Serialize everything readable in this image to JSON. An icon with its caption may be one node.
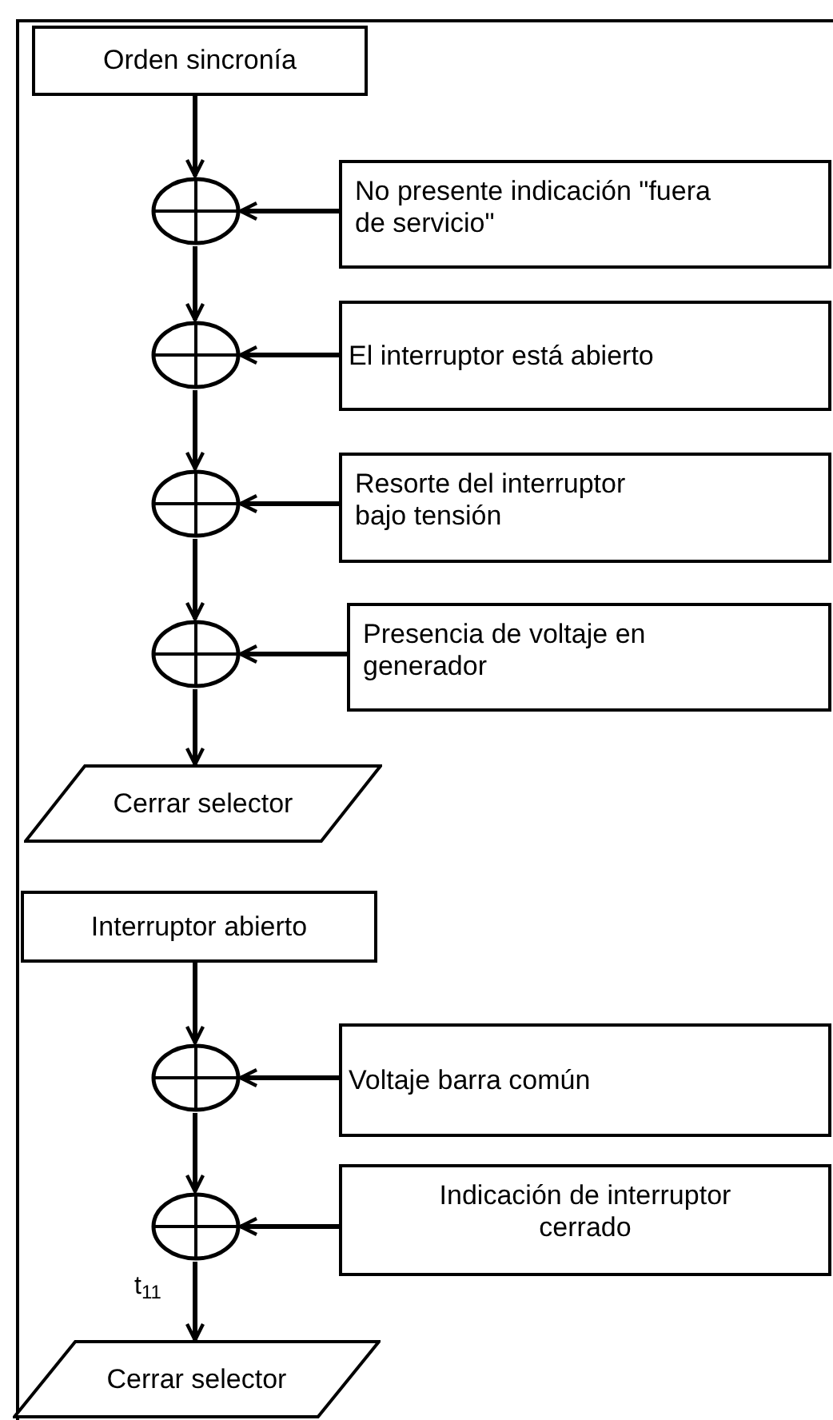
{
  "diagram": {
    "nodes": [
      {
        "text": [
          "Orden sincronía"
        ]
      },
      {
        "text": [],
        "shape": "circle"
      },
      {
        "text": [
          "No presente indicación \"fuera de servicio\""
        ]
      },
      {
        "text": [],
        "shape": "circle"
      },
      {
        "text": [
          "El interruptor está abierto"
        ]
      },
      {
        "text": [],
        "shape": "circle"
      },
      {
        "text": [
          "Resorte del interruptor bajo tensión"
        ]
      },
      {
        "text": [],
        "shape": "circle"
      },
      {
        "text": [
          "Presencia de voltaje en generador"
        ]
      },
      {
        "text": [
          "Cerrar selector"
        ]
      },
      {
        "text": [
          "Interruptor abierto"
        ]
      },
      {
        "text": [],
        "shape": "circle"
      },
      {
        "text": [
          "Voltaje barra común"
        ]
      },
      {
        "text": [],
        "shape": "circle"
      },
      {
        "text": [
          "Indicación de interruptor cerrado"
        ]
      },
      {
        "text": [
          "Cerrar selector"
        ]
      }
    ],
    "edges": [
      {
        "from": 0,
        "to": 1,
        "arrow": "to"
      },
      {
        "from": 2,
        "to": 1,
        "arrow": "to"
      },
      {
        "from": 1,
        "to": 3,
        "arrow": "to"
      },
      {
        "from": 4,
        "to": 3,
        "arrow": "to"
      },
      {
        "from": 3,
        "to": 5,
        "arrow": "to"
      },
      {
        "from": 6,
        "to": 5,
        "arrow": "to"
      },
      {
        "from": 5,
        "to": 7,
        "arrow": "to"
      },
      {
        "from": 8,
        "to": 7,
        "arrow": "to"
      },
      {
        "from": 7,
        "to": 9,
        "arrow": "to"
      },
      {
        "from": 10,
        "to": 11,
        "arrow": "to"
      },
      {
        "from": 12,
        "to": 11,
        "arrow": "to"
      },
      {
        "from": 11,
        "to": 13,
        "arrow": "to"
      },
      {
        "from": 14,
        "to": 13,
        "arrow": "to"
      },
      {
        "from": 13,
        "to": 15,
        "label": "t$_{11}$",
        "arrow": "to"
      }
    ]
  }
}
